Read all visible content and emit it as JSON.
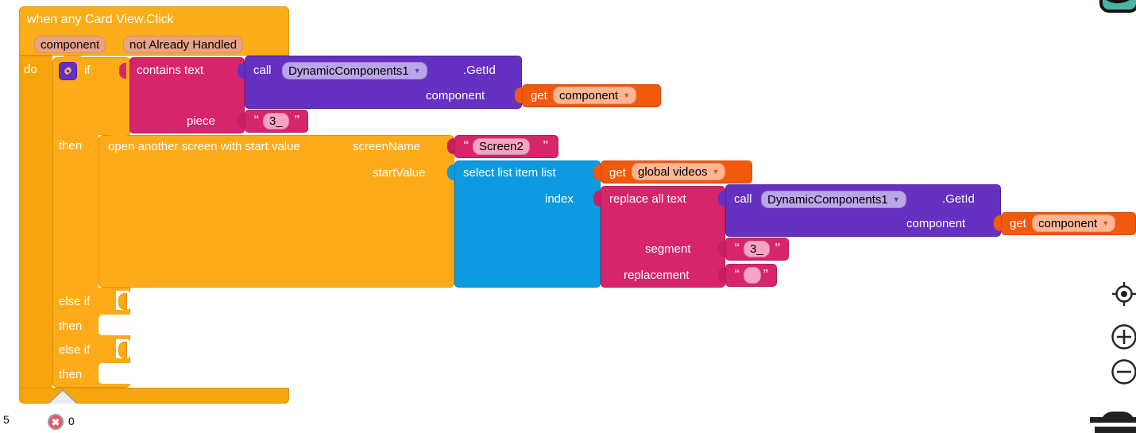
{
  "app": {
    "name": "MIT App Inventor Blocks Editor",
    "workspace_background": "#ffffff"
  },
  "colors": {
    "event_block": "#f6a50d",
    "control_block": "#ffab19",
    "text_block": "#d6256b",
    "procedure_call_block": "#6531c0",
    "variable_block": "#f2590c",
    "list_block": "#0d9ae0",
    "mutator_gear": "#6531c0"
  },
  "blocks": {
    "event": {
      "title": "when any Card View.Click",
      "params": [
        {
          "label": "component"
        },
        {
          "label": "not Already Handled"
        }
      ],
      "do_label": "do"
    },
    "if_block": {
      "mutator_icon": "gear-icon",
      "if_label": "if",
      "then_label": "then",
      "else_if_1_label": "else if",
      "then_2_label": "then",
      "else_if_2_label": "else if",
      "then_3_label": "then"
    },
    "contains_text": {
      "title": "contains  text",
      "piece_label": "piece",
      "piece_value": "3_",
      "open_quote": "“",
      "close_quote": "”"
    },
    "call_getid_1": {
      "call_label": "call",
      "component_name": "DynamicComponents1",
      "method": ".GetId",
      "socket_label": "component",
      "dropdown_icon": "chevron-down-icon"
    },
    "get_component_1": {
      "get_label": "get",
      "variable": "component",
      "dropdown_icon": "chevron-down-icon"
    },
    "open_screen": {
      "title": "open another screen with start value",
      "screen_name_label": "screenName",
      "start_value_label": "startValue"
    },
    "screen_name_text": {
      "value": "Screen2",
      "open_quote": "“",
      "close_quote": "”"
    },
    "select_list_item": {
      "title": "select list item  list",
      "index_label": "index"
    },
    "get_global_videos": {
      "get_label": "get",
      "variable": "global videos",
      "dropdown_icon": "chevron-down-icon"
    },
    "replace_all_text": {
      "title": "replace all text",
      "segment_label": "segment",
      "segment_value": "3_",
      "replacement_label": "replacement",
      "replacement_value": "",
      "open_quote": "“",
      "close_quote": "”"
    },
    "call_getid_2": {
      "call_label": "call",
      "component_name": "DynamicComponents1",
      "method": ".GetId",
      "socket_label": "component",
      "dropdown_icon": "chevron-down-icon"
    },
    "get_component_2": {
      "get_label": "get",
      "variable": "component",
      "dropdown_icon": "chevron-down-icon"
    }
  },
  "status_bar": {
    "warning_count": "5",
    "error_icon": "error-x-icon",
    "error_count": "0"
  },
  "workspace_controls": {
    "center_icon": "center-target-icon",
    "zoom_in_icon": "zoom-in-icon",
    "zoom_out_icon": "zoom-out-icon",
    "trash_icon": "trashcan-icon",
    "backpack_icon": "backpack-icon"
  }
}
